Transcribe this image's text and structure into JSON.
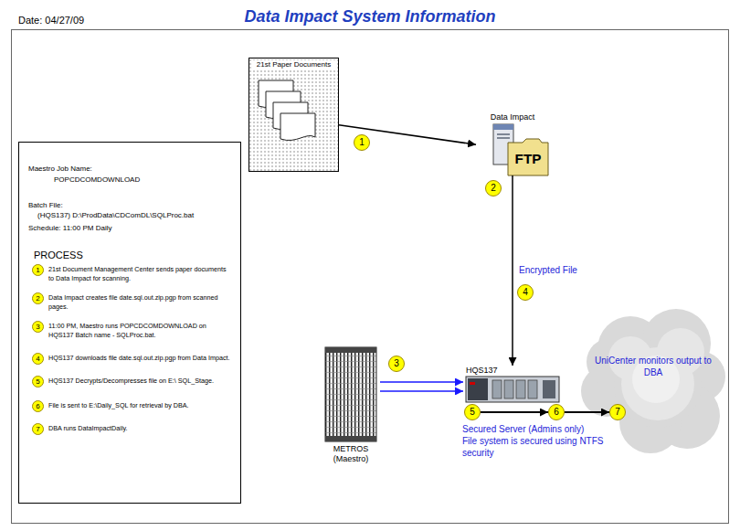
{
  "diagram": {
    "title": "Data Impact System Information",
    "nodes": [
      {
        "text": [
          "21st Paper Documents"
        ]
      },
      {
        "text": [
          "1"
        ]
      },
      {
        "text": [
          "Data Impact",
          "FTP"
        ]
      },
      {
        "text": [
          "2"
        ]
      },
      {
        "text": [
          "Maestro Job Name:",
          "POPCDCOMDOWNLOAD",
          "Batch File:",
          "(HQS137) D:\\ProdData\\CDComDL\\SQLProc.bat",
          "Schedule: 11:00 PM Daily",
          "PROCESS"
        ]
      },
      {
        "text": [
          "1",
          "21st Document Management Center sends paper documents to Data Impact for scanning."
        ],
        "in": 4
      },
      {
        "text": [
          "2",
          "Data Impact creates file date.sql.out.zip.pgp from scanned pages."
        ],
        "in": 4
      },
      {
        "text": [
          "3",
          "11:00 PM, Maestro runs POPCDCOMDOWNLOAD on HQS137 Batch name - SQLProc.bat."
        ],
        "in": 4
      },
      {
        "text": [
          "4",
          "HQS137 downloads file date.sql.out.zip.pgp from Data Impact."
        ],
        "in": 4
      },
      {
        "text": [
          "5",
          "HQS137 Decrypts/Decompresses file on E:\\ SQL_Stage."
        ],
        "in": 4
      },
      {
        "text": [
          "6",
          "File is sent to E:\\Daily_SQL for retrieval by DBA."
        ],
        "in": 4
      },
      {
        "text": [
          "7",
          "DBA runs DataImpactDaily."
        ],
        "in": 4
      },
      {
        "text": [
          "4"
        ]
      },
      {
        "text": [
          "3"
        ]
      },
      {
        "text": [
          "METROS (Maestro)"
        ]
      },
      {
        "text": [
          "HQS137"
        ]
      },
      {
        "text": [
          "UniCenter monitors output to DBA"
        ]
      },
      {
        "text": [
          "5"
        ]
      },
      {
        "text": [
          "6"
        ]
      },
      {
        "text": [
          "7"
        ]
      }
    ],
    "edges": [
      {
        "from": 0,
        "to": 2,
        "arrow": "to"
      },
      {
        "from": 2,
        "to": 15,
        "label": "Encrypted File",
        "arrow": "to"
      },
      {
        "from": 14,
        "to": 15,
        "arrow": "to"
      },
      {
        "from": 14,
        "to": 15,
        "arrow": "to"
      },
      {
        "from": 17,
        "to": 18,
        "arrow": "to"
      },
      {
        "from": 18,
        "to": 19,
        "arrow": "to"
      }
    ],
    "labels": [
      "Date: 04/27/09",
      "Secured Server (Admins only)",
      "File system is secured using NTFS security"
    ]
  }
}
